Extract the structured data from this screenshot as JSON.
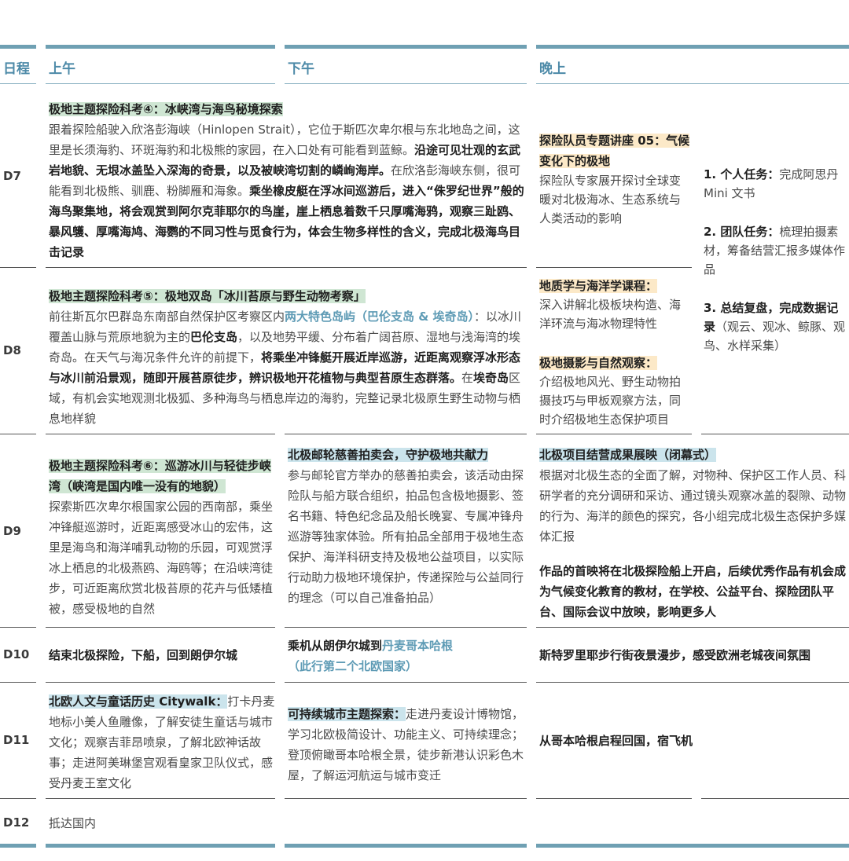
{
  "headers": {
    "day": "日程",
    "morning": "上午",
    "afternoon": "下午",
    "evening": "晚上"
  },
  "days": {
    "d7": "D7",
    "d8": "D8",
    "d9": "D9",
    "d10": "D10",
    "d11": "D11",
    "d12": "D12"
  },
  "d7": {
    "m_title": "极地主题探险科考④：冰峡湾与海鸟秘境探索",
    "m_t1": "跟着探险船驶入欣洛彭海峡（Hinlopen Strait），它位于斯匹次卑尔根与东北地岛之间，这里是长须海豹、环斑海豹和北极熊的家园，在入口处有可能看到蓝鲸。",
    "m_b1": "沿途可见壮观的玄武岩地貌、无垠冰盖坠入深海的奇景，以及被峡湾切割的嶙峋海岸。",
    "m_t2": "在欣洛彭海峡东侧，很可能看到北极熊、驯鹿、粉脚雁和海象。",
    "m_b2": "乘坐橡皮艇在浮冰间巡游后，进入“侏罗纪世界”般的海鸟聚集地，将会观赏到阿尔克菲耶尔的鸟崖，崖上栖息着数千只厚嘴海鸦，观察三趾鸥、暴风鹱、厚嘴海鸠、海鹦的不同习性与觅食行为，体会生物多样性的含义，完成北极海鸟目击记录",
    "e_title": "探险队员专题讲座 05：气候变化下的极地",
    "e_text": "探险队专家展开探讨全球变暖对北极海冰、生态系统与人类活动的影响"
  },
  "tasks": {
    "t1_label": "1. 个人任务：",
    "t1_text": "完成阿思丹 Mini 文书",
    "t2_label": "2. 团队任务：",
    "t2_text": "梳理拍摄素材，筹备结营汇报多媒体作品",
    "t3_label": "3. 总结复盘，完成数据记录",
    "t3_text": "（观云、观冰、鲸豚、观鸟、水样采集）"
  },
  "d8": {
    "m_title": "极地主题探险科考⑤：极地双岛「冰川苔原与野生动物考察」",
    "m_t1": "前往斯瓦尔巴群岛东南部自然保护区考察区内",
    "m_link": "两大特色岛屿（巴伦支岛 & 埃奇岛）",
    "m_t2": "：以冰川覆盖山脉与荒原地貌为主的",
    "m_b1": "巴伦支岛",
    "m_t3": "，以及地势平缓、分布着广阔苔原、湿地与浅海湾的埃奇岛。在天气与海况条件允许的前提下，",
    "m_b2": "将乘坐冲锋艇开展近岸巡游，近距离观察浮冰形态与冰川前沿景观，随即开展苔原徒步，辨识极地开花植物与典型苔原生态群落。",
    "m_t4": "在",
    "m_b3": "埃奇岛",
    "m_t5": "区域，有机会实地观测北极狐、多种海鸟与栖息岸边的海豹，完整记录北极原生野生动物与栖息地样貌",
    "e1_title": "地质学与海洋学课程：",
    "e1_text": "深入讲解北极板块构造、海洋环流与海冰物理特性",
    "e2_title": "极地摄影与自然观察：",
    "e2_text": "介绍极地风光、野生动物拍摄技巧与甲板观察方法，同时介绍极地生态保护项目"
  },
  "d9": {
    "m_title": "极地主题探险科考⑥：巡游冰川与轻徒步峡湾（峡湾是国内唯一没有的地貌）",
    "m_text": "探索斯匹次卑尔根国家公园的西南部，乘坐冲锋艇巡游时，近距离感受冰山的宏伟，这里是海鸟和海洋哺乳动物的乐园，可观赏浮冰上栖息的北极燕鸥、海鸥等；在沿峡湾徒步，可近距离欣赏北极苔原的花卉与低矮植被，感受极地的自然",
    "a_title": "北极邮轮慈善拍卖会，守护极地共献力",
    "a_text": "参与邮轮官方举办的慈善拍卖会，该活动由探险队与船方联合组织，拍品包含极地摄影、签名书籍、特色纪念品及船长晚宴、专属冲锋舟巡游等独家体验。所有拍品全部用于极地生态保护、海洋科研支持及极地公益项目，以实际行动助力极地环境保护，传递探险与公益同行的理念（可以自己准备拍品）",
    "e_title": "北极项目结营成果展映（闭幕式）",
    "e_text": "根据对北极生态的全面了解，对物种、保护区工作人员、科研学者的充分调研和采访、通过镜头观察冰盖的裂隙、动物的行为、海洋的颜色的探究，各小组完成北极生态保护多媒体汇报",
    "e_bold": "作品的首映将在北极探险船上开启，后续优秀作品有机会成为气候变化教育的教材，在学校、公益平台、探险团队平台、国际会议中放映，影响更多人"
  },
  "d10": {
    "m": "结束北极探险，下船，回到朗伊尔城",
    "a_t1": "乘机从朗伊尔城到",
    "a_link": "丹麦哥本哈根",
    "a_t2": "（此行第二个北欧国家）",
    "e": "斯特罗里耶步行街夜景漫步，感受欧洲老城夜间氛围"
  },
  "d11": {
    "m_title": "北欧人文与童话历史 Citywalk：",
    "m_text": "打卡丹麦地标小美人鱼雕像，了解安徒生童话与城市文化；观察吉菲昂喷泉，了解北欧神话故事；走进阿美琳堡宫观看皇家卫队仪式，感受丹麦王室文化",
    "a_title": "可持续城市主题探索：",
    "a_text": "走进丹麦设计博物馆，学习北欧极简设计、功能主义、可持续理念；登顶俯瞰哥本哈根全景，徒步新港认识彩色木屋，了解运河航运与城市变迁",
    "e": "从哥本哈根启程回国，宿飞机"
  },
  "d12": {
    "m": "抵达国内"
  }
}
